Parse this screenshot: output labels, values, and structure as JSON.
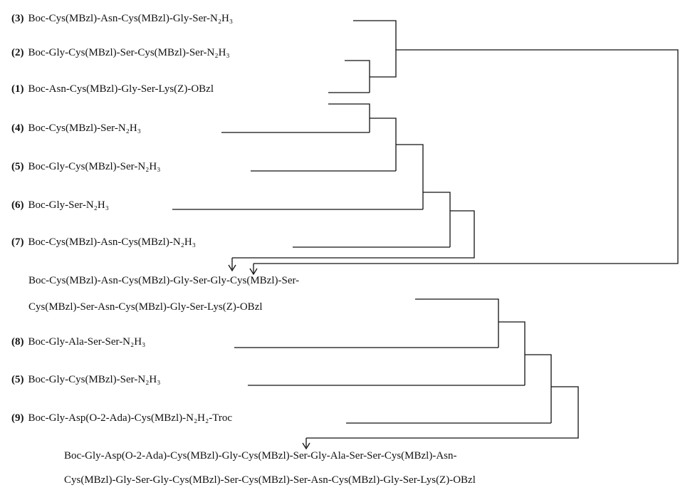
{
  "reagents": [
    {
      "num": "(3)",
      "seq": "Boc-Cys(MBzl)-Asn-Cys(MBzl)-Gly-Ser-N₂H₃"
    },
    {
      "num": "(2)",
      "seq": "Boc-Gly-Cys(MBzl)-Ser-Cys(MBzl)-Ser-N₂H₃"
    },
    {
      "num": "(1)",
      "seq": "Boc-Asn-Cys(MBzl)-Gly-Ser-Lys(Z)-OBzl"
    },
    {
      "num": "(4)",
      "seq": "Boc-Cys(MBzl)-Ser-N₂H₃"
    },
    {
      "num": "(5)",
      "seq": "Boc-Gly-Cys(MBzl)-Ser-N₂H₃"
    },
    {
      "num": "(6)",
      "seq": "Boc-Gly-Ser-N₂H₃"
    },
    {
      "num": "(7)",
      "seq": "Boc-Cys(MBzl)-Asn-Cys(MBzl)-N₂H₃"
    },
    {
      "num": "(8)",
      "seq": "Boc-Gly-Ala-Ser-Ser-N₂H₃"
    },
    {
      "num": "(5)",
      "seq": "Boc-Gly-Cys(MBzl)-Ser-N₂H₃"
    },
    {
      "num": "(9)",
      "seq": "Boc-Gly-Asp(O-2-Ada)-Cys(MBzl)-N₂H₂-Troc"
    }
  ],
  "intermediate": {
    "line1": "Boc-Cys(MBzl)-Asn-Cys(MBzl)-Gly-Ser-Gly-Cys(MBzl)-Ser-",
    "line2": "Cys(MBzl)-Ser-Asn-Cys(MBzl)-Gly-Ser-Lys(Z)-OBzl"
  },
  "product": {
    "line1": "Boc-Gly-Asp(O-2-Ada)-Cys(MBzl)-Gly-Cys(MBzl)-Ser-Gly-Ala-Ser-Ser-Cys(MBzl)-Asn-",
    "line2": "Cys(MBzl)-Gly-Ser-Gly-Cys(MBzl)-Ser-Cys(MBzl)-Ser-Asn-Cys(MBzl)-Gly-Ser-Lys(Z)-OBzl"
  }
}
